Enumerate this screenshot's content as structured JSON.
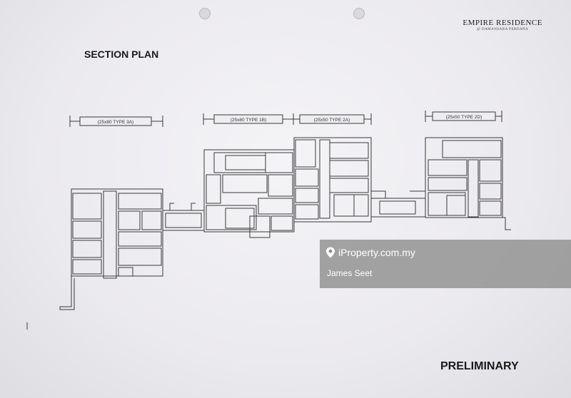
{
  "brand": {
    "name": "EMPIRE RESIDENCE",
    "subtitle": "@ DAMANSARA PERDANA"
  },
  "title": "SECTION PLAN",
  "footer_label": "PRELIMINARY",
  "unit_labels": [
    "(25x80 TYPE 3A)",
    "(25x80 TYPE 1B)",
    "(25x50 TYPE 2A)",
    "(25x50 TYPE 2D)"
  ],
  "watermark": {
    "site": "iProperty.com.my",
    "agent": "James Seet",
    "pin_icon": "location-pin-icon"
  },
  "colors": {
    "paper": "#eceaee",
    "line": "#3a3a3a",
    "watermark_bg": "#8c8c8c"
  }
}
